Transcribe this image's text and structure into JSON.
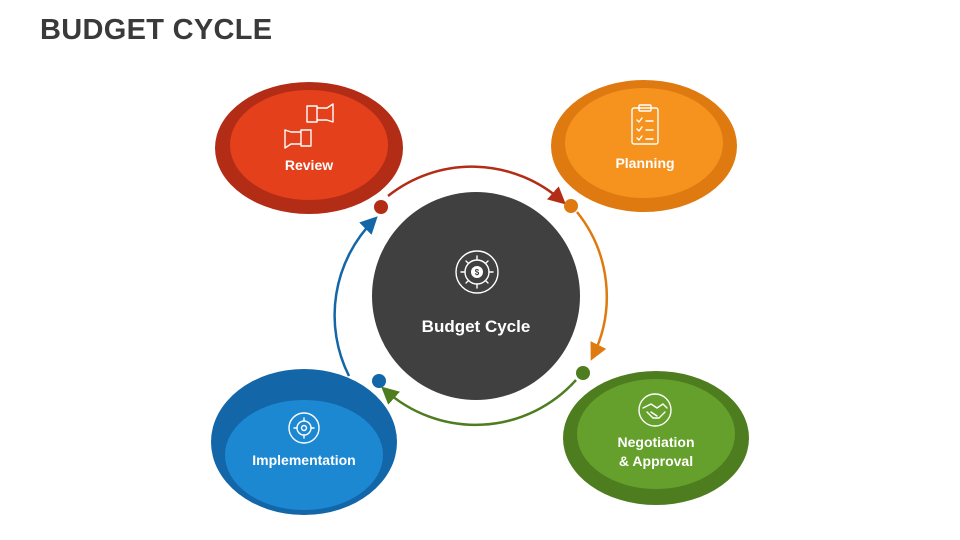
{
  "title": "BUDGET CYCLE",
  "center": {
    "label": "Budget Cycle",
    "icon": "gear-dollar-cycle-icon",
    "color": "#404040"
  },
  "stages": [
    {
      "id": "review",
      "label_lines": [
        "Review"
      ],
      "icon": "thumbs-up-down-icon",
      "color_outer": "#b32d16",
      "color_inner": "#e5401c"
    },
    {
      "id": "planning",
      "label_lines": [
        "Planning"
      ],
      "icon": "clipboard-checklist-icon",
      "color_outer": "#df7a10",
      "color_inner": "#f6921e"
    },
    {
      "id": "negotiation",
      "label_lines": [
        "Negotiation",
        "& Approval"
      ],
      "icon": "handshake-icon",
      "color_outer": "#4d7d1f",
      "color_inner": "#64a02b"
    },
    {
      "id": "implementation",
      "label_lines": [
        "Implementation"
      ],
      "icon": "gear-cycle-icon",
      "color_outer": "#1366a8",
      "color_inner": "#1d88d2"
    }
  ]
}
